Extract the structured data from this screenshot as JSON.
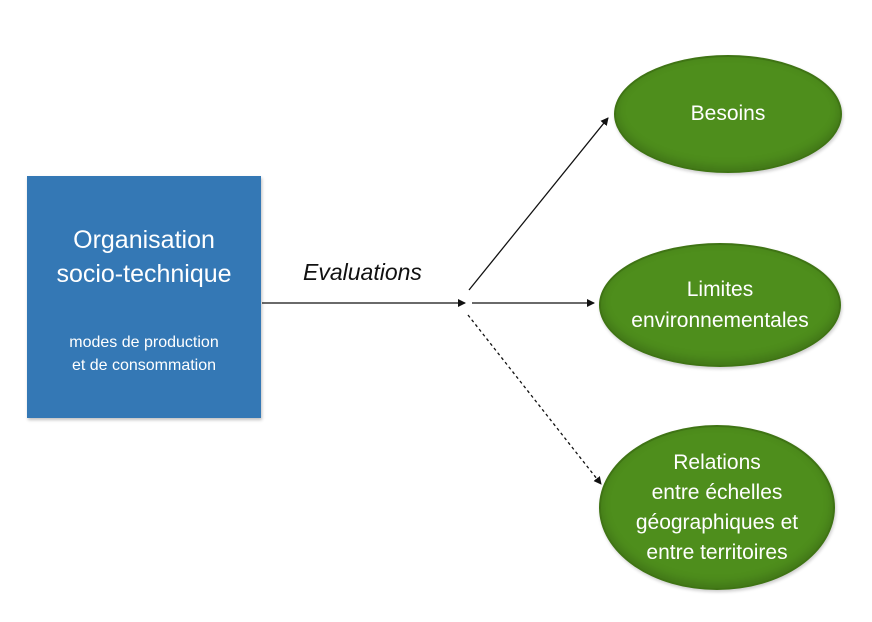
{
  "source": {
    "title_lines": [
      "Organisation",
      "socio-technique"
    ],
    "subtitle_lines": [
      "modes de production",
      "et de consommation"
    ],
    "fill_color": "#3478b5"
  },
  "edge_label": "Evaluations",
  "targets": [
    {
      "lines": [
        "Besoins"
      ],
      "connector": "solid"
    },
    {
      "lines": [
        "Limites",
        "environnementales"
      ],
      "connector": "solid"
    },
    {
      "lines": [
        "Relations",
        "entre échelles",
        "géographiques et",
        "entre territoires"
      ],
      "connector": "dotted"
    }
  ],
  "node_color": "#4e8e1c"
}
